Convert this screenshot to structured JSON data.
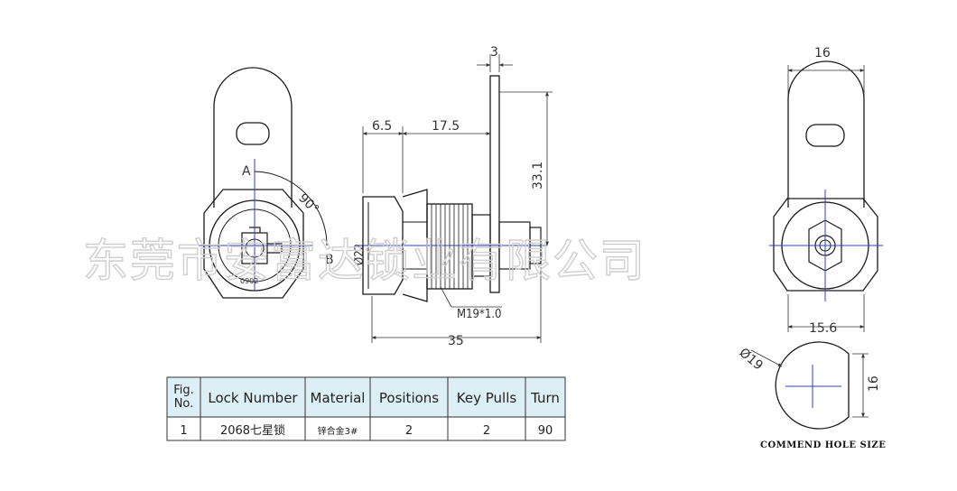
{
  "watermark": "东莞市安富达锁业有限公司",
  "front_view": {
    "label_a": "A",
    "label_b": "B",
    "angle": "90°",
    "key_code": "0902"
  },
  "side_view": {
    "dim_top": "3",
    "dim_left": "6.5",
    "dim_mid": "17.5",
    "dim_height": "33.1",
    "dim_diameter": "Ø22",
    "dim_thread": "M19*1.0",
    "dim_length": "35"
  },
  "back_view": {
    "dim_width_top": "16",
    "dim_width_bottom": "15.6"
  },
  "hole_view": {
    "dim_diameter": "Ø19",
    "dim_flat": "16",
    "caption": "COMMEND HOLE SIZE"
  },
  "spec_table": {
    "headers": [
      "Fig.\nNo.",
      "Lock Number",
      "Material",
      "Positions",
      "Key Pulls",
      "Turn"
    ],
    "rows": [
      [
        "1",
        "2068七星锁",
        "锌合金3#",
        "2",
        "2",
        "90"
      ]
    ],
    "header_bg": "#dceef6"
  },
  "colors": {
    "line": "#1a1a1a",
    "center_line": "#2a3fc9",
    "dim_line": "#333333"
  }
}
